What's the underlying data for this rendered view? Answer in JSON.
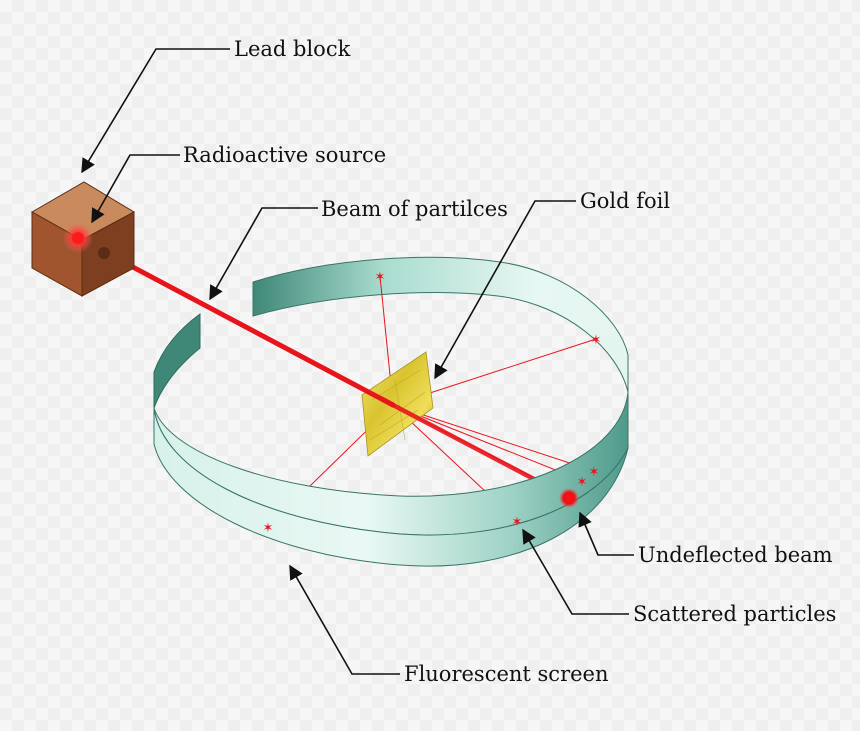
{
  "labels": {
    "lead_block": "Lead block",
    "radioactive_source": "Radioactive source",
    "beam": "Beam of partilces",
    "gold_foil": "Gold foil",
    "undeflected_beam": "Undeflected beam",
    "scattered_particles": "Scattered particles",
    "fluorescent_screen": "Fluorescent screen"
  },
  "colors": {
    "beam": "#e8141c",
    "screen_light": "#e8f7f3",
    "screen_dark": "#4f9a8b",
    "gold": "#e6d343",
    "lead": "#a0552f"
  }
}
